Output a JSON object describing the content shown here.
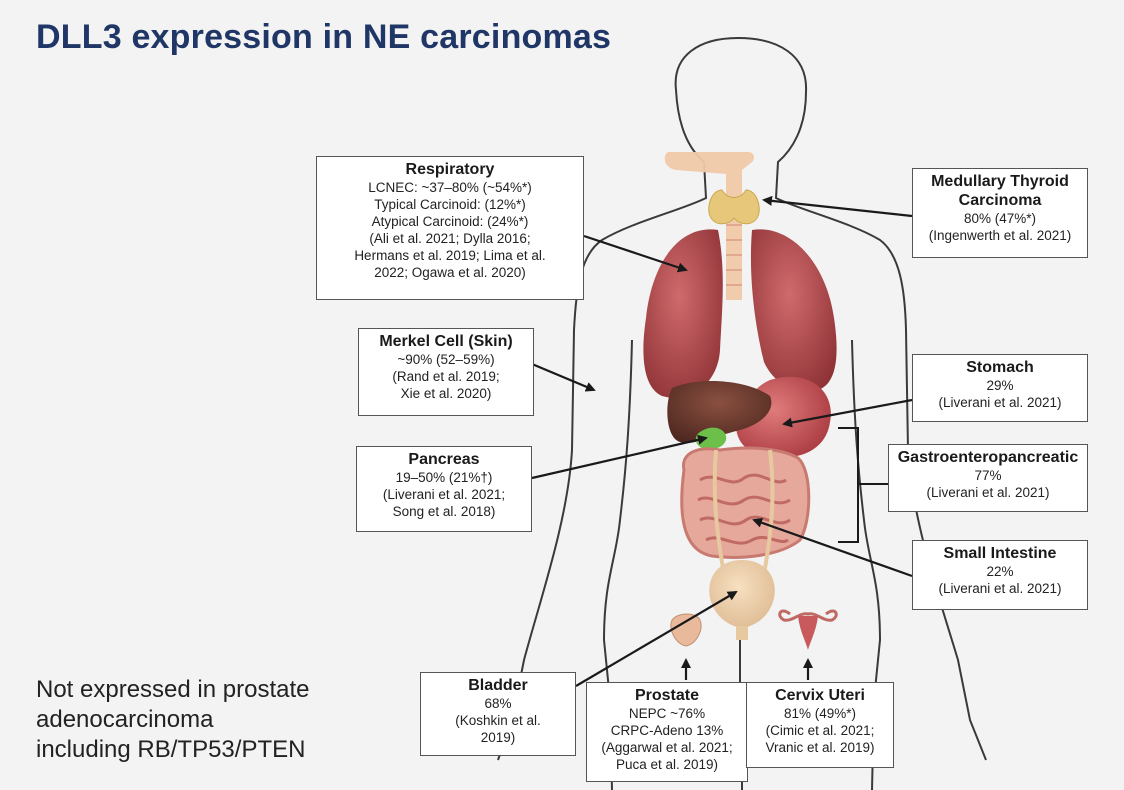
{
  "title": "DLL3 expression in NE carcinomas",
  "colors": {
    "title": "#1f3667",
    "lung": "#b04a4e",
    "liver": "#6b3a2e",
    "stomach": "#c85a5e",
    "intestine": "#d98a82",
    "pancreas": "#6cc04a",
    "thyroid": "#e7c77a",
    "trachea": "#f0c9a8"
  },
  "boxes": {
    "respiratory": {
      "title": "Respiratory",
      "lines": [
        "LCNEC: ~37–80% (~54%*)",
        "Typical Carcinoid: (12%*)",
        "Atypical Carcinoid: (24%*)",
        "(Ali et al. 2021; Dylla 2016;",
        "Hermans et al. 2019; Lima et al.",
        "2022; Ogawa et al. 2020)"
      ]
    },
    "merkel": {
      "title": "Merkel Cell (Skin)",
      "lines": [
        "~90% (52–59%)",
        "(Rand et al. 2019;",
        "Xie et al. 2020)"
      ]
    },
    "pancreas": {
      "title": "Pancreas",
      "lines": [
        "19–50% (21%†)",
        "(Liverani et al. 2021;",
        "Song et al. 2018)"
      ]
    },
    "thyroid": {
      "title_lines": [
        "Medullary Thyroid",
        "Carcinoma"
      ],
      "lines": [
        "80% (47%*)",
        "(Ingenwerth et al. 2021)"
      ]
    },
    "stomach": {
      "title": "Stomach",
      "lines": [
        "29%",
        "(Liverani et al. 2021)"
      ]
    },
    "gep": {
      "title": "Gastroenteropancreatic",
      "lines": [
        "77%",
        "(Liverani et al. 2021)"
      ]
    },
    "small_intestine": {
      "title": "Small Intestine",
      "lines": [
        "22%",
        "(Liverani et al. 2021)"
      ]
    },
    "bladder": {
      "title": "Bladder",
      "lines": [
        "68%",
        "(Koshkin et al.",
        "2019)"
      ]
    },
    "prostate": {
      "title": "Prostate",
      "lines": [
        "NEPC ~76%",
        "CRPC-Adeno 13%",
        "(Aggarwal et al. 2021;",
        "Puca et al. 2019)"
      ]
    },
    "cervix": {
      "title": "Cervix Uteri",
      "lines": [
        "81% (49%*)",
        "(Cimic  et al. 2021;",
        "Vranic et al. 2019)"
      ]
    }
  },
  "note": {
    "lines": [
      "Not expressed in prostate",
      "adenocarcinoma",
      "including RB/TP53/PTEN"
    ]
  }
}
